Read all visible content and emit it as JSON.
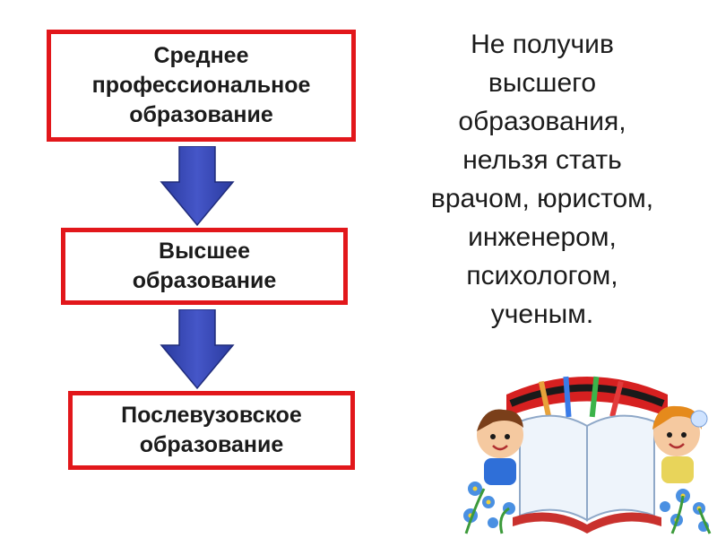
{
  "colors": {
    "box_border": "#e2171b",
    "arrow_fill": "#3b4cb8",
    "text": "#1b1b1b"
  },
  "diagram": {
    "steps": [
      {
        "label": "Среднее\nпрофессиональное\nобразование"
      },
      {
        "label": "Высшее\nобразование"
      },
      {
        "label": "Послевузовское\nобразование"
      }
    ]
  },
  "side_text": "Не получив\nвысшего\nобразования,\nнельзя стать\nврачом, юристом,\nинженером,\nпсихологом,\nученым.",
  "illustration": {
    "icon": "open-book-with-children-icon"
  }
}
